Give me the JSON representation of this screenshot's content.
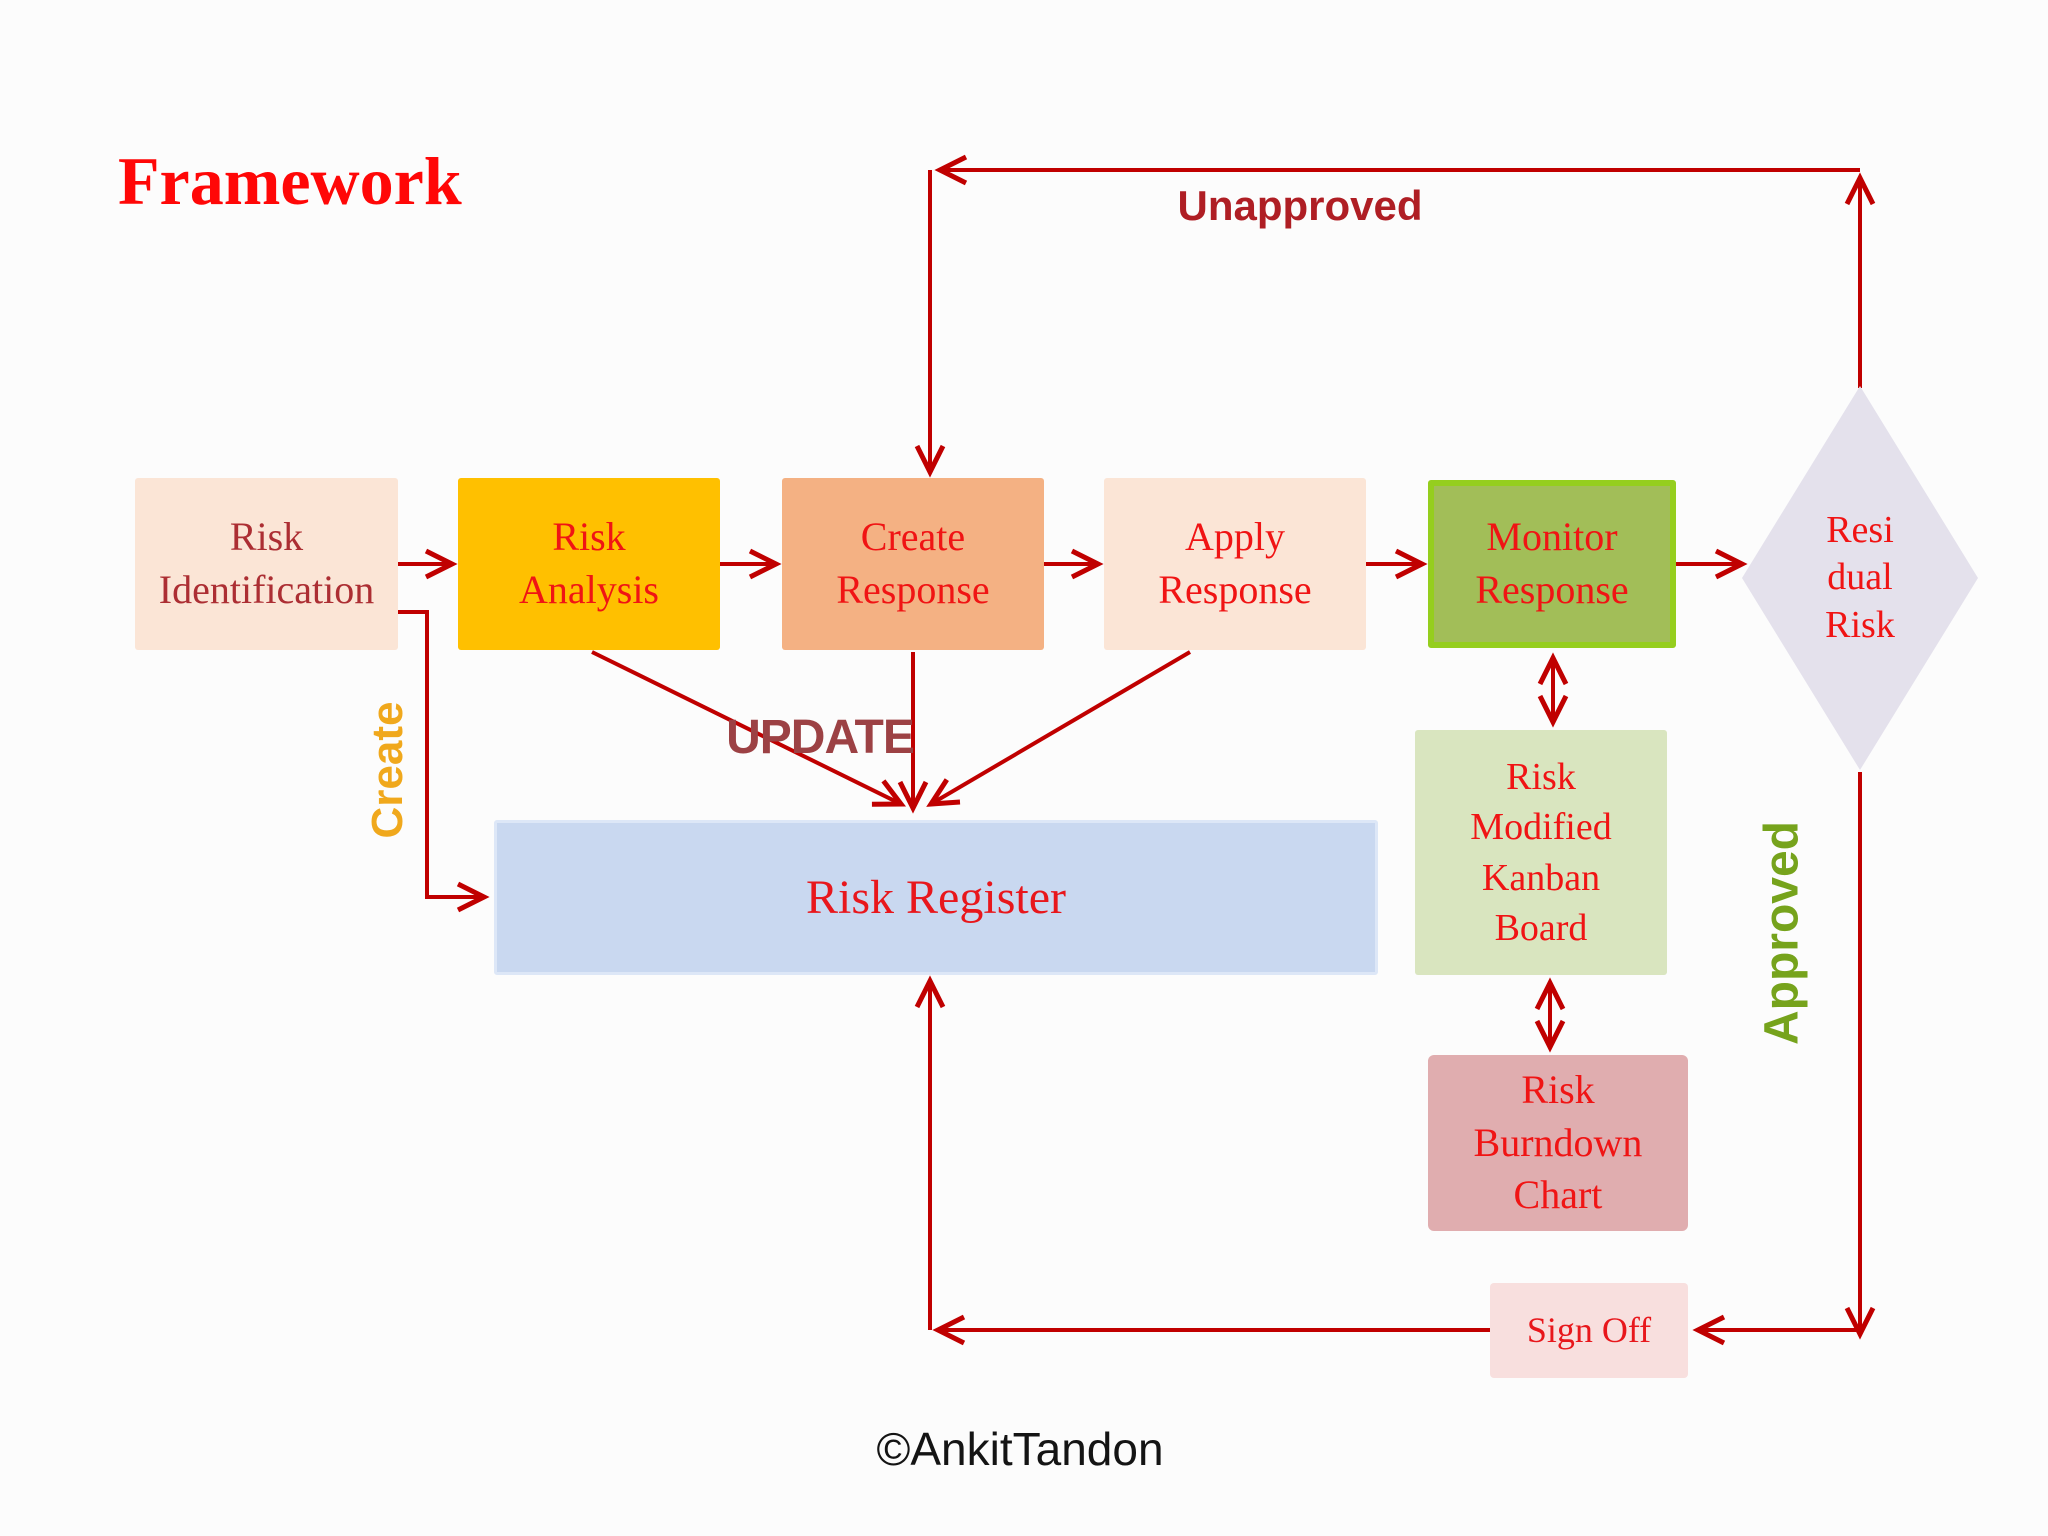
{
  "title": "Framework",
  "credit": "©AnkitTandon",
  "colors": {
    "background": "#FCFCFC",
    "arrow": "#C00000",
    "title_red": "#FF0707",
    "unapproved_label": "#AF1E24",
    "update_label": "#9C4144",
    "create_label": "#F0A81C",
    "approved_label": "#76A31C",
    "monitor_border": "#95CE1E",
    "credit_text": "#141414"
  },
  "nodes": {
    "risk_identification": {
      "label": "Risk\nIdentification",
      "fill": "#FBE5D6",
      "text_color": "#AC2E33"
    },
    "risk_analysis": {
      "label": "Risk\nAnalysis",
      "fill": "#FFC000",
      "text_color": "#F01414"
    },
    "create_response": {
      "label": "Create\nResponse",
      "fill": "#F4B183",
      "text_color": "#F01414"
    },
    "apply_response": {
      "label": "Apply\nResponse",
      "fill": "#FBE5D6",
      "text_color": "#F01414"
    },
    "monitor_response": {
      "label": "Monitor\nResponse",
      "fill": "#A2BE58",
      "text_color": "#F01414"
    },
    "residual_risk": {
      "label": "Resi\ndual\nRisk",
      "fill": "#E4E1EC",
      "text_color": "#F01414"
    },
    "risk_register": {
      "label": "Risk Register",
      "fill": "#C9D8F0",
      "text_color": "#E8171C"
    },
    "risk_modified_kanban_board": {
      "label": "Risk\nModified\nKanban\nBoard",
      "fill": "#D9E5BF",
      "text_color": "#F01414"
    },
    "risk_burndown_chart": {
      "label": "Risk\nBurndown\nChart",
      "fill": "#E0ADAF",
      "text_color": "#F01414"
    },
    "sign_off": {
      "label": "Sign Off",
      "fill": "#F8DFDE",
      "text_color": "#E8171C"
    }
  },
  "edge_labels": {
    "unapproved": "Unapproved",
    "update": "UPDATE",
    "create": "Create",
    "approved": "Approved"
  }
}
